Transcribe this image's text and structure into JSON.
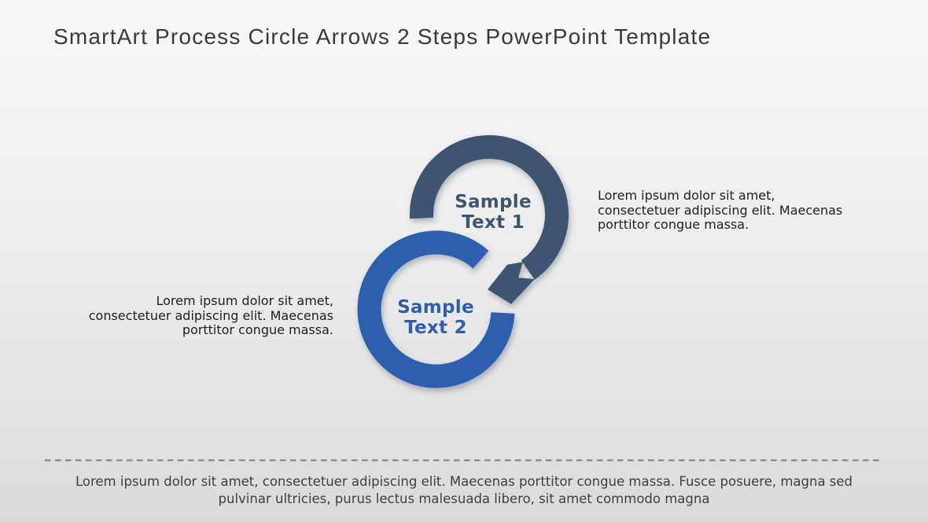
{
  "title": "SmartArt Process Circle Arrows 2 Steps PowerPoint Template",
  "colors": {
    "step1": "#3E5571",
    "step2": "#2E5FAF",
    "background_top": "#f8f8f8",
    "background_bottom": "#d9dadb",
    "body_text": "#1e1e1e",
    "footer_text": "#3f3f3f",
    "dash_line": "#7d7d7d"
  },
  "diagram": {
    "step1": {
      "label_line1": "Sample",
      "label_line2": "Text 1",
      "description": {
        "lines": [
          "Lorem ipsum dolor sit amet,",
          "consectetuer adipiscing elit. Maecenas",
          "porttitor congue massa."
        ]
      }
    },
    "step2": {
      "label_line1": "Sample",
      "label_line2": "Text 2",
      "description": {
        "lines": [
          "Lorem ipsum dolor sit amet,",
          "consectetuer adipiscing elit. Maecenas",
          "porttitor congue massa."
        ]
      }
    }
  },
  "footer": {
    "lines": [
      "Lorem ipsum dolor sit amet, consectetuer adipiscing elit. Maecenas porttitor congue massa. Fusce posuere, magna sed",
      "pulvinar ultricies, purus lectus malesuada libero, sit amet commodo magna"
    ]
  }
}
